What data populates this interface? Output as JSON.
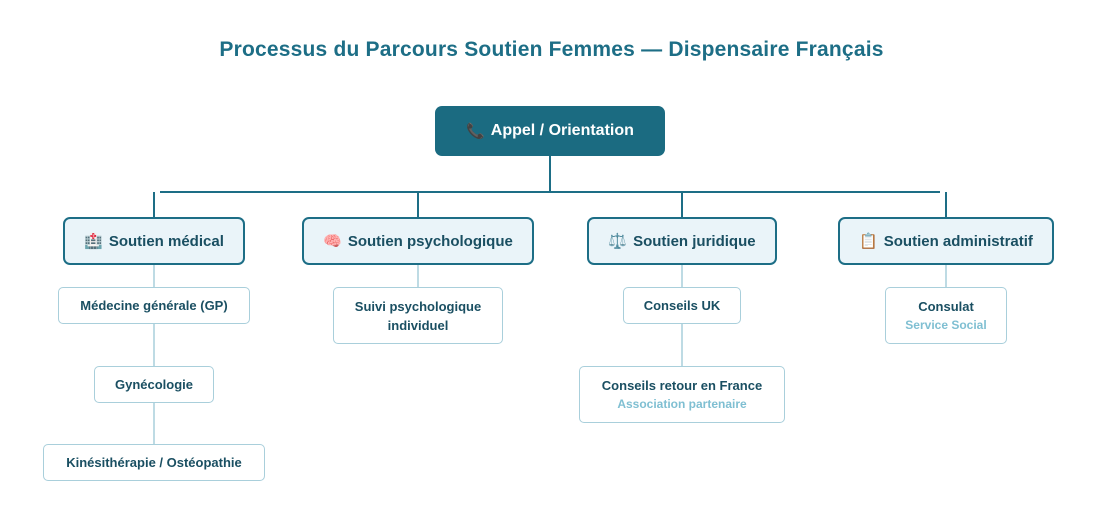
{
  "title": "Processus du Parcours Soutien Femmes — Dispensaire Français",
  "root": {
    "icon": "📞",
    "label": "Appel / Orientation"
  },
  "categories": [
    {
      "icon": "🏥",
      "label": "Soutien médical"
    },
    {
      "icon": "🧠",
      "label": "Soutien psychologique"
    },
    {
      "icon": "⚖️",
      "label": "Soutien juridique"
    },
    {
      "icon": "📋",
      "label": "Soutien administratif"
    }
  ],
  "leaves": {
    "medical": [
      {
        "label": "Médecine générale (GP)"
      },
      {
        "label": "Gynécologie"
      },
      {
        "label": "Kinésithérapie / Ostéopathie"
      }
    ],
    "psychological": [
      {
        "label": "Suivi psychologique individuel"
      }
    ],
    "legal": [
      {
        "label": "Conseils UK"
      },
      {
        "label": "Conseils retour en France",
        "sub": "Association partenaire"
      }
    ],
    "administrative": [
      {
        "label": "Consulat",
        "sub": "Service Social"
      }
    ]
  },
  "colors": {
    "primary": "#1b6b81",
    "category_fill": "#eaf4f9",
    "leaf_border": "#a9cfdb",
    "sub_text": "#7fbfd2"
  }
}
